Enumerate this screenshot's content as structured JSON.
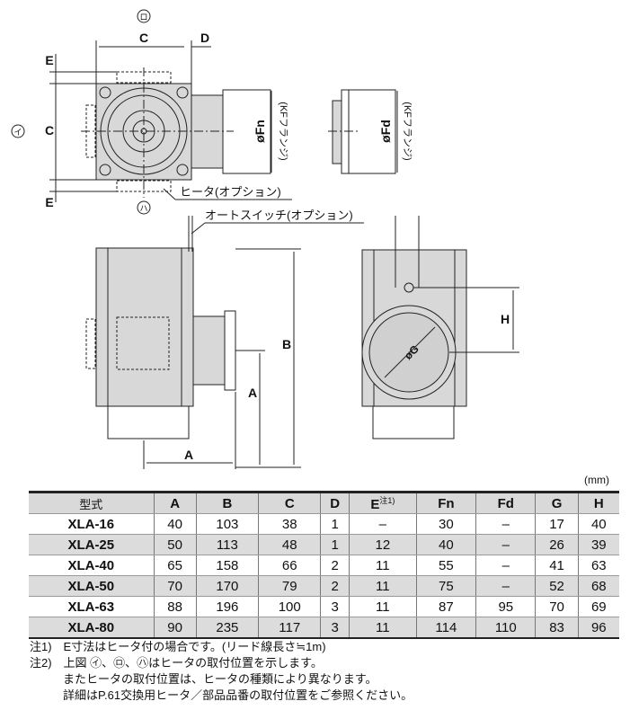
{
  "drawing": {
    "labels": {
      "ro": "ロ",
      "i": "イ",
      "ha": "ハ",
      "C": "C",
      "D": "D",
      "E": "E",
      "Fn": "øFn",
      "Fd": "øFd",
      "kf": "(KFフランジ)",
      "heater": "ヒータ(オプション)",
      "autoswitch": "オートスイッチ(オプション)",
      "A": "A",
      "B": "B",
      "G": "øG",
      "H": "H"
    }
  },
  "table": {
    "unit": "(mm)",
    "headers": [
      "型式",
      "A",
      "B",
      "C",
      "D",
      "E",
      "Fn",
      "Fd",
      "G",
      "H"
    ],
    "e_note": "注1)",
    "rows": [
      [
        "XLA-16",
        "40",
        "103",
        "38",
        "1",
        "–",
        "30",
        "–",
        "17",
        "40"
      ],
      [
        "XLA-25",
        "50",
        "113",
        "48",
        "1",
        "12",
        "40",
        "–",
        "26",
        "39"
      ],
      [
        "XLA-40",
        "65",
        "158",
        "66",
        "2",
        "11",
        "55",
        "–",
        "41",
        "63"
      ],
      [
        "XLA-50",
        "70",
        "170",
        "79",
        "2",
        "11",
        "75",
        "–",
        "52",
        "68"
      ],
      [
        "XLA-63",
        "88",
        "196",
        "100",
        "3",
        "11",
        "87",
        "95",
        "70",
        "69"
      ],
      [
        "XLA-80",
        "90",
        "235",
        "117",
        "3",
        "11",
        "114",
        "110",
        "83",
        "96"
      ]
    ]
  },
  "notes": [
    "注1)　E寸法はヒータ付の場合です。(リード線長さ≒1m)",
    "注2)　上図 ㋑、㋺、㋩はヒータの取付位置を示します。",
    "またヒータの取付位置は、ヒータの種類により異なります。",
    "詳細はP.61交換用ヒータ／部品品番の取付位置をご参照ください。"
  ]
}
